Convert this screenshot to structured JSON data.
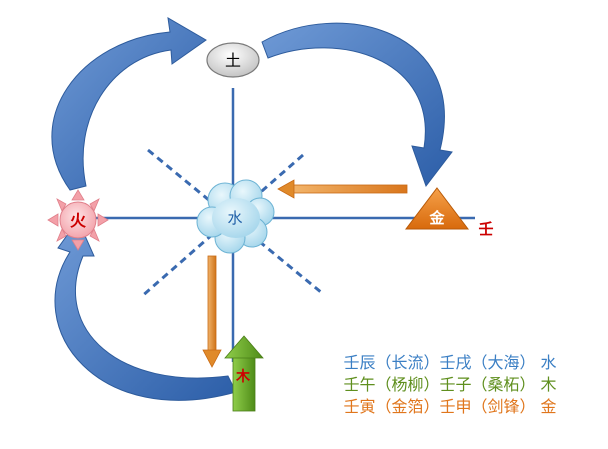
{
  "nodes": {
    "earth": {
      "char": "土",
      "color": "#000000"
    },
    "fire": {
      "char": "火",
      "color": "#cc0000"
    },
    "water": {
      "char": "水",
      "color": "#1f5fa8"
    },
    "metal": {
      "char": "金",
      "color": "#ffffff"
    },
    "wood": {
      "char": "木",
      "color": "#cc0000"
    },
    "ren": {
      "char": "壬",
      "color": "#cc0000"
    }
  },
  "legend": [
    {
      "pairs": "壬辰（长流）壬戌（大海）",
      "element": "水",
      "color": "#3b7fc4"
    },
    {
      "pairs": "壬午（杨柳）壬子（桑柘）",
      "element": "木",
      "color": "#5f8f1e"
    },
    {
      "pairs": "壬寅（金箔）壬申（剑锋）",
      "element": "金",
      "color": "#e0761c"
    }
  ],
  "colors": {
    "cycle_arrow": "#3d6fb3",
    "axis": "#3a6ab0",
    "orange_arrow": "#e08a2a",
    "green_arrow": "#6aa32a",
    "metal_triangle": "#e87a15",
    "fire_sun": "#f3a0a8",
    "water_cloud": "#b8e0f0"
  }
}
